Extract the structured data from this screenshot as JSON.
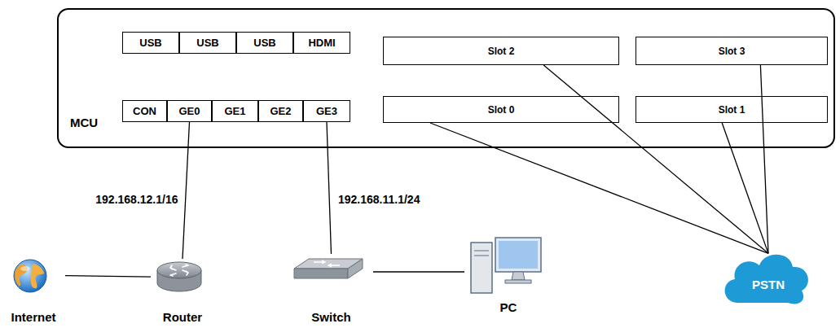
{
  "diagram": {
    "nodes": [
      {
        "text": [
          "MCU"
        ]
      },
      {
        "text": [
          "USB"
        ],
        "in": 0
      },
      {
        "text": [
          "USB"
        ],
        "in": 0
      },
      {
        "text": [
          "USB"
        ],
        "in": 0
      },
      {
        "text": [
          "HDMI"
        ],
        "in": 0
      },
      {
        "text": [
          "Slot 2"
        ],
        "in": 0
      },
      {
        "text": [
          "Slot 3"
        ],
        "in": 0
      },
      {
        "text": [
          "CON"
        ],
        "in": 0
      },
      {
        "text": [
          "GE0"
        ],
        "in": 0
      },
      {
        "text": [
          "GE1"
        ],
        "in": 0
      },
      {
        "text": [
          "GE2"
        ],
        "in": 0
      },
      {
        "text": [
          "GE3"
        ],
        "in": 0
      },
      {
        "text": [
          "Slot 0"
        ],
        "in": 0
      },
      {
        "text": [
          "Slot 1"
        ],
        "in": 0
      },
      {
        "text": [
          "Internet"
        ]
      },
      {
        "text": [
          "Router"
        ]
      },
      {
        "text": [
          "Switch"
        ]
      },
      {
        "text": [
          "PC"
        ]
      },
      {
        "text": [
          "PSTN"
        ]
      }
    ],
    "edges": [
      {
        "from": 8,
        "to": 15,
        "label": "192.168.12.1/16",
        "arrow": "none"
      },
      {
        "from": 11,
        "to": 16,
        "label": "192.168.11.1/24",
        "arrow": "none"
      },
      {
        "from": 14,
        "to": 15,
        "arrow": "none"
      },
      {
        "from": 16,
        "to": 17,
        "arrow": "none"
      },
      {
        "from": 5,
        "to": 18,
        "arrow": "none"
      },
      {
        "from": 6,
        "to": 18,
        "arrow": "none"
      },
      {
        "from": 12,
        "to": 18,
        "arrow": "none"
      },
      {
        "from": 13,
        "to": 18,
        "arrow": "none"
      }
    ]
  }
}
